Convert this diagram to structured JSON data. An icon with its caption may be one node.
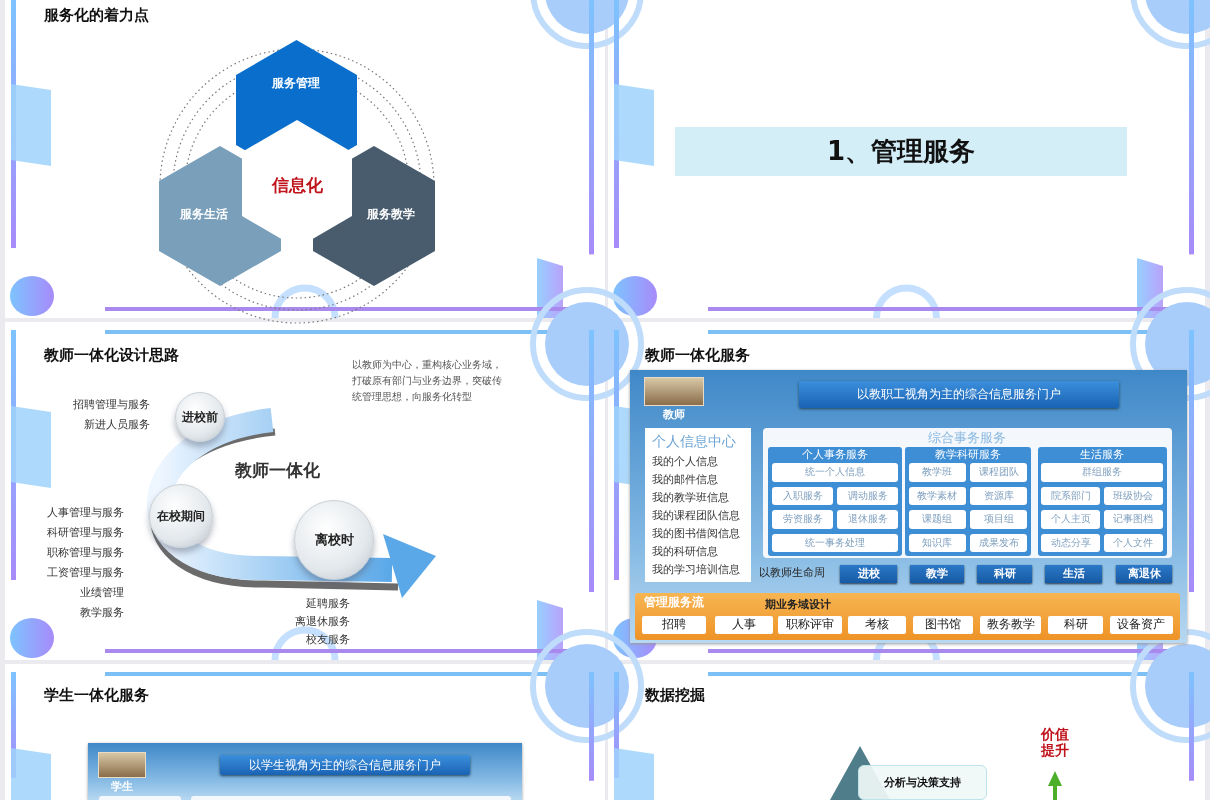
{
  "diagram": {
    "nodes": [
      {
        "text": [
          "服务管理"
        ]
      },
      {
        "text": [
          "服务生活"
        ]
      },
      {
        "text": [
          "服务教学"
        ]
      },
      {
        "text": [
          "信息化"
        ]
      },
      {
        "text": [
          "1、管理服务"
        ]
      },
      {
        "text": [
          "进校前"
        ]
      },
      {
        "text": [
          "在校期间"
        ]
      },
      {
        "text": [
          "离校时"
        ]
      },
      {
        "text": [],
        "shape": "box"
      },
      {
        "text": [],
        "shape": "picture",
        "in": 8,
        "beside": [
          "教师"
        ]
      },
      {
        "text": [
          "以教职工视角为主的综合信息服务门户"
        ],
        "in": 8
      },
      {
        "text": [
          "个人信息中心",
          "我的个人信息",
          "我的邮件信息",
          "我的教学班信息",
          "我的课程团队信息",
          "我的图书借阅信息",
          "我的科研信息",
          "我的学习培训信息"
        ],
        "in": 8
      },
      {
        "text": [
          "综合事务服务"
        ],
        "in": 8
      },
      {
        "text": [
          "个人事务服务"
        ],
        "in": 12
      },
      {
        "text": [
          "统一个人信息"
        ],
        "in": 13
      },
      {
        "text": [
          "入职服务"
        ],
        "in": 13
      },
      {
        "text": [
          "调动服务"
        ],
        "in": 13
      },
      {
        "text": [
          "劳资服务"
        ],
        "in": 13
      },
      {
        "text": [
          "退休服务"
        ],
        "in": 13
      },
      {
        "text": [
          "统一事务处理"
        ],
        "in": 13
      },
      {
        "text": [
          "教学科研服务"
        ],
        "in": 12
      },
      {
        "text": [
          "教学班"
        ],
        "in": 20
      },
      {
        "text": [
          "课程团队"
        ],
        "in": 20
      },
      {
        "text": [
          "教学素材"
        ],
        "in": 20
      },
      {
        "text": [
          "资源库"
        ],
        "in": 20
      },
      {
        "text": [
          "课题组"
        ],
        "in": 20
      },
      {
        "text": [
          "项目组"
        ],
        "in": 20
      },
      {
        "text": [
          "知识库"
        ],
        "in": 20
      },
      {
        "text": [
          "成果发布"
        ],
        "in": 20
      },
      {
        "text": [
          "生活服务"
        ],
        "in": 12
      },
      {
        "text": [
          "群组服务"
        ],
        "in": 29
      },
      {
        "text": [
          "院系部门"
        ],
        "in": 29
      },
      {
        "text": [
          "班级协会"
        ],
        "in": 29
      },
      {
        "text": [
          "个人主页"
        ],
        "in": 29
      },
      {
        "text": [
          "记事图档"
        ],
        "in": 29
      },
      {
        "text": [
          "动态分享"
        ],
        "in": 29
      },
      {
        "text": [
          "个人文件"
        ],
        "in": 29
      },
      {
        "text": [
          "进校"
        ],
        "in": 8
      },
      {
        "text": [
          "教学"
        ],
        "in": 8
      },
      {
        "text": [
          "科研"
        ],
        "in": 8
      },
      {
        "text": [
          "生活"
        ],
        "in": 8
      },
      {
        "text": [
          "离退休"
        ],
        "in": 8
      },
      {
        "text": [
          "管理服务流",
          "期业务域设计"
        ],
        "in": 8
      },
      {
        "text": [
          "招聘"
        ],
        "in": 42
      },
      {
        "text": [
          "人事"
        ],
        "in": 42
      },
      {
        "text": [
          "职称评审"
        ],
        "in": 42
      },
      {
        "text": [
          "考核"
        ],
        "in": 42
      },
      {
        "text": [
          "图书馆"
        ],
        "in": 42
      },
      {
        "text": [
          "教务教学"
        ],
        "in": 42
      },
      {
        "text": [
          "科研"
        ],
        "in": 42
      },
      {
        "text": [
          "设备资产"
        ],
        "in": 42
      },
      {
        "text": [],
        "shape": "box"
      },
      {
        "text": [],
        "shape": "picture",
        "in": 51,
        "beside": [
          "学生"
        ]
      },
      {
        "text": [
          "以学生视角为主的综合信息服务门户"
        ],
        "in": 51
      },
      {
        "text": [],
        "shape": "box",
        "in": 51
      },
      {
        "text": [],
        "shape": "box",
        "in": 51
      },
      {
        "text": [],
        "shape": "triangle"
      },
      {
        "text": [
          "分析与决策支持"
        ]
      }
    ],
    "labels": [
      "服务化的着力点",
      "教师一体化设计思路",
      "以教师为中心，重构核心业务域，打破原有部门与业务边界，突破传统管理思想，向服务化转型",
      "招聘管理与服务",
      "新进人员服务",
      "教师一体化",
      "人事管理与服务",
      "科研管理与服务",
      "职称管理与服务",
      "工资管理与服务",
      "业绩管理",
      "教学服务",
      "延聘服务",
      "离退休服务",
      "校友服务",
      "教师一体化服务",
      "以教师生命周",
      "学生一体化服务",
      "数据挖掘",
      "价值提升"
    ]
  }
}
